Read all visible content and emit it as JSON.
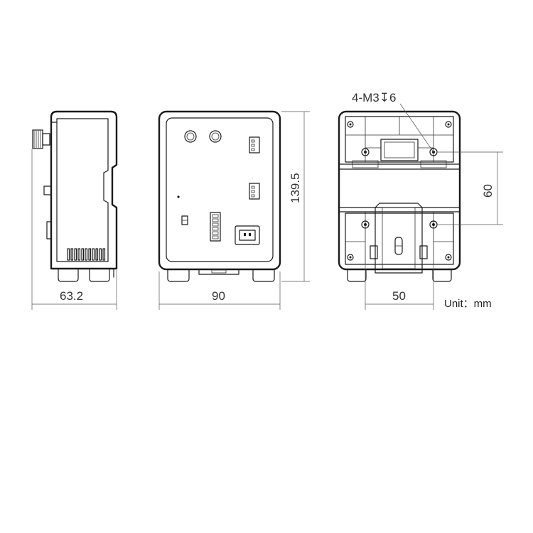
{
  "dimensions": {
    "side_depth": "63.2",
    "front_width": "90",
    "front_height": "139.5",
    "back_hole_spacing": "50",
    "back_vertical": "60"
  },
  "annotations": {
    "mount_holes": "4-M3↧6",
    "unit": "Unit：mm"
  }
}
